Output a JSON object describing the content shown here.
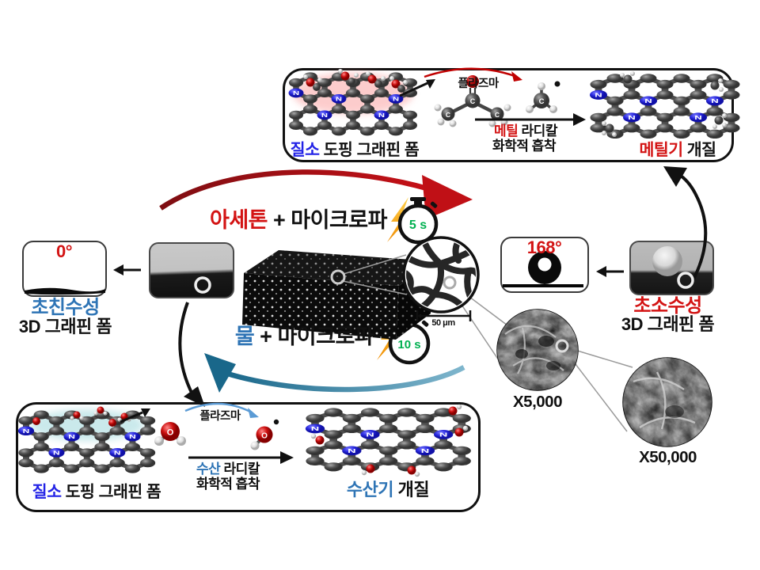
{
  "colors": {
    "accent_red": "#D31313",
    "vivid_blue": "#2222E6",
    "steel_blue": "#2E74B5",
    "teal_arrow": "#19678A",
    "time_green": "#00B050",
    "bolt_orange": "#F59300"
  },
  "atoms": {
    "c": "C",
    "n": "N",
    "o": "O",
    "h": "H"
  },
  "top_panel": {
    "reactant_highlight": "질소",
    "reactant_rest": " 도핑 그래핀 폼",
    "plasma": "플라즈마",
    "radical_highlight": "메틸",
    "radical_rest": " 라디칼",
    "adsorption": "화학적 흡착",
    "product_highlight": "메틸기",
    "product_rest": " 개질"
  },
  "bottom_panel": {
    "reactant_highlight": "질소",
    "reactant_rest": " 도핑 그래핀 폼",
    "plasma": "플라즈마",
    "radical_highlight": "수산",
    "radical_rest": " 라디칼",
    "adsorption": "화학적 흡착",
    "product_highlight": "수산기",
    "product_rest": " 개질"
  },
  "acetone_route": {
    "reagent": "아세톤",
    "rest": " + 마이크로파",
    "time": "5 s"
  },
  "water_route": {
    "reagent": "물",
    "rest": " + 마이크로파",
    "time": "10 s"
  },
  "hydrophilic": {
    "angle": "0°",
    "property": "초친수성",
    "material": "3D 그래핀 폼"
  },
  "hydrophobic": {
    "angle": "168°",
    "property": "초소수성",
    "material": "3D 그래핀 폼"
  },
  "foam": {
    "scale_bar": "50 μm"
  },
  "sem": {
    "low_mag": "X5,000",
    "high_mag": "X50,000"
  }
}
